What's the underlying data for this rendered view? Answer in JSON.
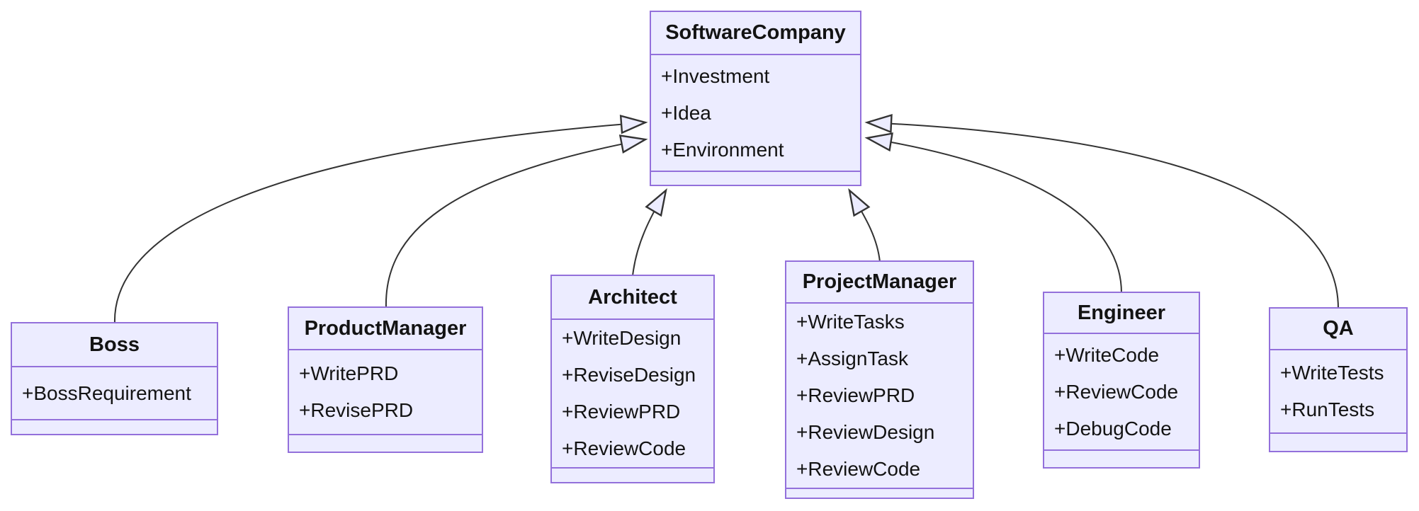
{
  "diagram": {
    "type": "uml-class-diagram",
    "classes": [
      {
        "id": "SoftwareCompany",
        "name": "SoftwareCompany",
        "attributes": [
          "+Investment",
          "+Idea",
          "+Environment"
        ],
        "methods": []
      },
      {
        "id": "Boss",
        "name": "Boss",
        "attributes": [
          "+BossRequirement"
        ],
        "methods": []
      },
      {
        "id": "ProductManager",
        "name": "ProductManager",
        "attributes": [
          "+WritePRD",
          "+RevisePRD"
        ],
        "methods": []
      },
      {
        "id": "Architect",
        "name": "Architect",
        "attributes": [
          "+WriteDesign",
          "+ReviseDesign",
          "+ReviewPRD",
          "+ReviewCode"
        ],
        "methods": []
      },
      {
        "id": "ProjectManager",
        "name": "ProjectManager",
        "attributes": [
          "+WriteTasks",
          "+AssignTask",
          "+ReviewPRD",
          "+ReviewDesign",
          "+ReviewCode"
        ],
        "methods": []
      },
      {
        "id": "Engineer",
        "name": "Engineer",
        "attributes": [
          "+WriteCode",
          "+ReviewCode",
          "+DebugCode"
        ],
        "methods": []
      },
      {
        "id": "QA",
        "name": "QA",
        "attributes": [
          "+WriteTests",
          "+RunTests"
        ],
        "methods": []
      }
    ],
    "relations": [
      {
        "from": "Boss",
        "to": "SoftwareCompany",
        "type": "inheritance"
      },
      {
        "from": "ProductManager",
        "to": "SoftwareCompany",
        "type": "inheritance"
      },
      {
        "from": "Architect",
        "to": "SoftwareCompany",
        "type": "inheritance"
      },
      {
        "from": "ProjectManager",
        "to": "SoftwareCompany",
        "type": "inheritance"
      },
      {
        "from": "Engineer",
        "to": "SoftwareCompany",
        "type": "inheritance"
      },
      {
        "from": "QA",
        "to": "SoftwareCompany",
        "type": "inheritance"
      }
    ],
    "colors": {
      "node_fill": "#ECECFF",
      "node_border": "#9370DB",
      "line": "#333333",
      "text": "#131313",
      "background": "#FFFFFF"
    }
  }
}
